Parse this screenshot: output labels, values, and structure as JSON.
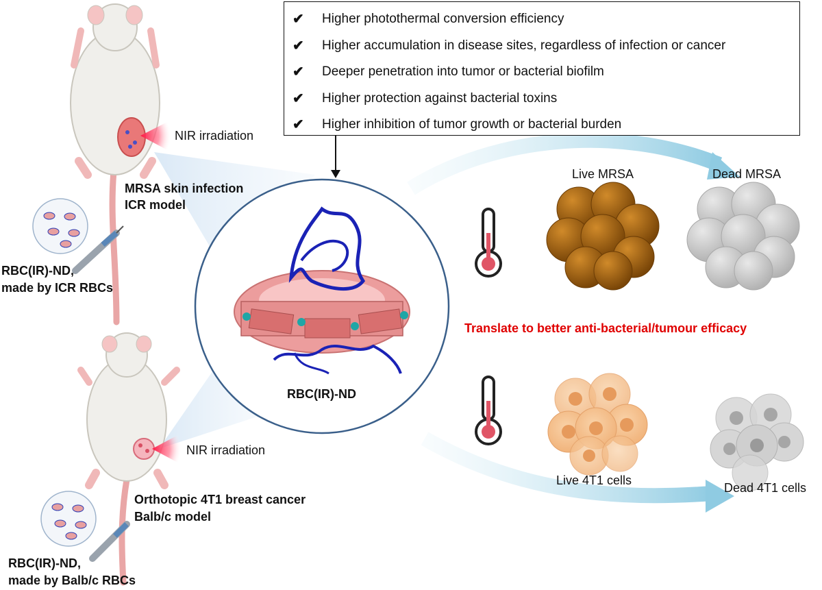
{
  "benefits": [
    "Higher photothermal conversion efficiency",
    "Higher accumulation in disease sites, regardless of infection or cancer",
    "Deeper penetration into tumor or bacterial biofilm",
    "Higher protection against bacterial toxins",
    "Higher inhibition of tumor growth or bacterial burden"
  ],
  "top_model": {
    "irradiation": "NIR irradiation",
    "title_line1": "MRSA skin infection",
    "title_line2": "ICR model",
    "injection_line1": "RBC(IR)-ND,",
    "injection_line2": "made by ICR RBCs"
  },
  "bottom_model": {
    "irradiation": "NIR irradiation",
    "title_line1": "Orthotopic 4T1 breast cancer",
    "title_line2": "Balb/c model",
    "injection_line1": "RBC(IR)-ND,",
    "injection_line2": "made by Balb/c RBCs"
  },
  "center_label": "RBC(IR)-ND",
  "outcomes": {
    "live_mrsa": "Live MRSA",
    "dead_mrsa": "Dead MRSA",
    "translate": "Translate to better anti-bacterial/tumour efficacy",
    "live_cells": "Live 4T1 cells",
    "dead_cells": "Dead 4T1 cells"
  },
  "colors": {
    "translate_text": "#e00000",
    "circle_border": "#3a5f8a",
    "protein": "#1a22b5",
    "membrane": "#e8a0a0",
    "live_mrsa": "#a8650e",
    "dead_mrsa": "#c9c9c9",
    "live_cells": "#f5c79a",
    "arrow": "#a9d6e8",
    "irradiation": "#ff2a5a"
  }
}
